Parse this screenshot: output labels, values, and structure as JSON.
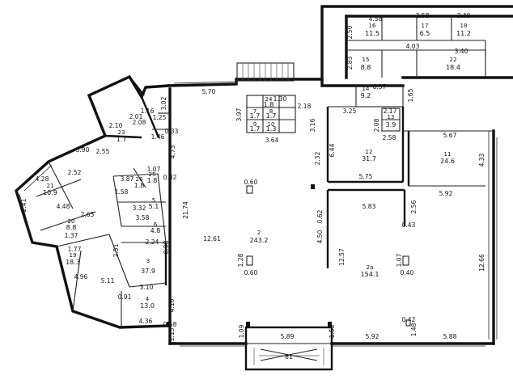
{
  "rooms": [
    {
      "id": "16",
      "area": "11.5"
    },
    {
      "id": "17",
      "area": "6.5"
    },
    {
      "id": "18",
      "area": "11.2"
    },
    {
      "id": "15",
      "area": "8.8"
    },
    {
      "id": "22",
      "area": "18.4"
    },
    {
      "id": "14",
      "area": "9.2"
    },
    {
      "id": "13",
      "area": "3.9"
    },
    {
      "id": "12",
      "area": "31.7"
    },
    {
      "id": "11",
      "area": "24.6"
    },
    {
      "id": "2",
      "area": "243.2"
    },
    {
      "id": "2a",
      "area": "154.1"
    },
    {
      "id": "3",
      "area": "37.9"
    },
    {
      "id": "4",
      "area": "13.0"
    },
    {
      "id": "19",
      "area": "18.3"
    },
    {
      "id": "20",
      "area": "8.8"
    },
    {
      "id": "21",
      "area": "10.9"
    },
    {
      "id": "23",
      "area": "1.7"
    },
    {
      "id": "24",
      "area": "1.8"
    },
    {
      "id": "7",
      "area": "1.7"
    },
    {
      "id": "8",
      "area": "1.7"
    },
    {
      "id": "9",
      "area": "1.7"
    },
    {
      "id": "10",
      "area": "1.3"
    },
    {
      "id": "25",
      "area": "1.8"
    },
    {
      "id": "26",
      "area": "1.8"
    },
    {
      "id": "5",
      "area": "5.1"
    },
    {
      "id": "6",
      "area": "4.8"
    }
  ],
  "dimensions": {
    "d_4_58": "4.58",
    "d_2_58": "2.58",
    "d_3_40a": "3.40",
    "d_2_50": "2.50",
    "d_2_83": "2.83",
    "d_4_03": "4.03",
    "d_3_40b": "3.40",
    "d_6_37": "6.37",
    "d_1_65": "1.65",
    "d_5_70": "5.70",
    "d_3_25": "3.25",
    "d_2_17": "2.17",
    "d_2_08": "2.08",
    "d_1_30": "1.30",
    "d_2_18": "2.18",
    "d_3_97": "3.97",
    "d_3_16": "3.16",
    "d_3_64": "3.64",
    "d_2_58b": "2.58",
    "d_5_67": "5.67",
    "d_4_33": "4.33",
    "d_6_44": "6.44",
    "d_2_32": "2.32",
    "d_5_75": "5.75",
    "d_5_92a": "5.92",
    "d_5_83": "5.83",
    "d_2_56": "2.56",
    "d_0_43": "0.43",
    "d_0_62": "0.62",
    "d_4_50": "4.50",
    "d_12_57": "12.57",
    "d_1_07": "1.07",
    "d_0_40": "0.40",
    "d_12_66": "12.66",
    "d_21_74": "21.74",
    "d_12_61": "12.61",
    "d_1_28": "1.28",
    "d_0_60a": "0.60",
    "d_0_60b": "0.60",
    "d_4_73": "4.73",
    "d_0_82": "0.82",
    "d_3_87": "3.87",
    "d_3_32": "3.32",
    "d_3_58": "3.58",
    "d_2_24": "2.24",
    "d_0_98": "0.98",
    "d_3_10": "3.10",
    "d_4_16": "4.16",
    "d_0_58": "0.58",
    "d_1_15": "1.15",
    "d_1_09": "1.09",
    "d_5_89": "5.89",
    "d_1_55": "1.55",
    "d_5_92b": "5.92",
    "d_0_42": "0.42",
    "d_1_48": "1.48",
    "d_5_88": "5.88",
    "d_4_36": "4.36",
    "d_0_91": "0.91",
    "d_5_11": "5.11",
    "d_4_96": "4.96",
    "d_2_51": "2.51",
    "d_1_77": "1.77",
    "d_1_37": "1.37",
    "d_4_48": "4.48",
    "d_2_65": "2.65",
    "d_2_52": "2.52",
    "d_4_28": "4.28",
    "d_2_41": "2.41",
    "d_3_90": "3.90",
    "d_2_55": "2.55",
    "d_2_10": "2.10",
    "d_3_02": "3.02",
    "d_1_46": "1.46",
    "d_0_33": "0.33",
    "d_1_16": "1.16",
    "d_1_25": "1.25",
    "d_2_08b": "2.08",
    "d_2_01": "2.01",
    "d_1_07b": "1.07",
    "d_1_58": "1.58"
  },
  "stairs_label": "81"
}
